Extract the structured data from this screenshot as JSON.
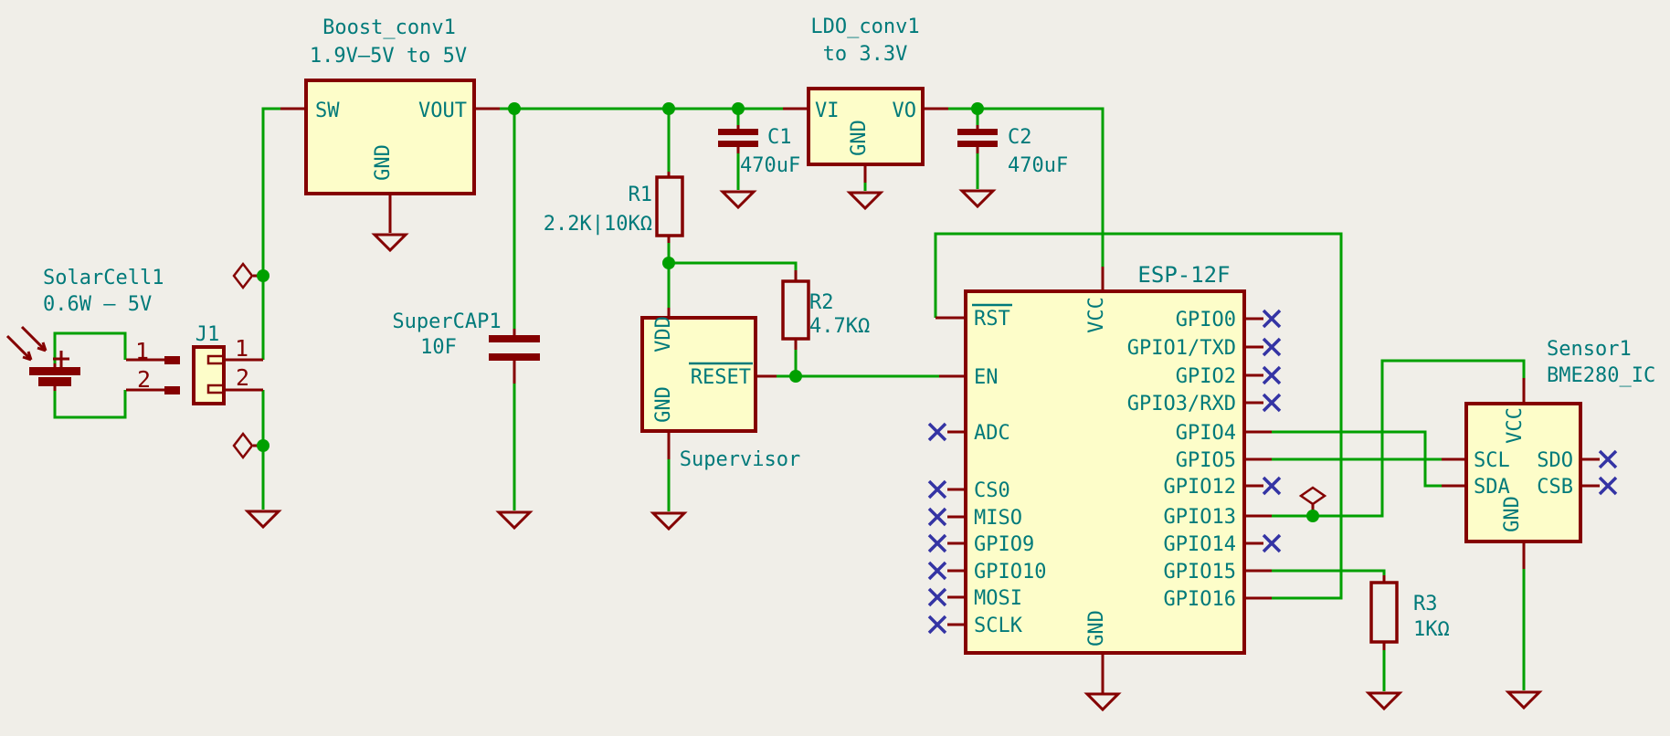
{
  "canvas": {
    "background": "#F0EEE8"
  },
  "colors": {
    "wire": "#00A000",
    "symbol_outline": "#840000",
    "symbol_fill": "#FDFDC9",
    "text": "#007A7A",
    "no_connect": "#3434A4"
  },
  "components": {
    "solar_cell": {
      "ref": "SolarCell1",
      "value": "0.6W – 5V"
    },
    "j1": {
      "ref": "J1",
      "pin1": "1",
      "pin2": "2"
    },
    "boost": {
      "ref": "Boost_conv1",
      "value": "1.9V–5V to 5V",
      "pin_sw": "SW",
      "pin_vout": "VOUT",
      "pin_gnd": "GND"
    },
    "supercap": {
      "ref": "SuperCAP1",
      "value": "10F"
    },
    "r1": {
      "ref": "R1",
      "value": "2.2K|10KΩ"
    },
    "c1": {
      "ref": "C1",
      "value": "470uF"
    },
    "ldo": {
      "ref": "LDO_conv1",
      "value": "to 3.3V",
      "pin_vi": "VI",
      "pin_vo": "VO",
      "pin_gnd": "GND"
    },
    "c2": {
      "ref": "C2",
      "value": "470uF"
    },
    "supervisor": {
      "label": "Supervisor",
      "pin_vdd": "VDD",
      "pin_gnd": "GND",
      "pin_reset": "RESET"
    },
    "r2": {
      "ref": "R2",
      "value": "4.7KΩ"
    },
    "esp": {
      "ref": "ESP-12F",
      "pin_top": "VCC",
      "pin_bottom": "GND",
      "pins_left": [
        "RST",
        "EN",
        "ADC",
        "CS0",
        "MISO",
        "GPIO9",
        "GPIO10",
        "MOSI",
        "SCLK"
      ],
      "pins_right": [
        "GPIO0",
        "GPIO1/TXD",
        "GPIO2",
        "GPIO3/RXD",
        "GPIO4",
        "GPIO5",
        "GPIO12",
        "GPIO13",
        "GPIO14",
        "GPIO15",
        "GPIO16"
      ]
    },
    "r3": {
      "ref": "R3",
      "value": "1KΩ"
    },
    "sensor": {
      "ref": "Sensor1",
      "value": "BME280_IC",
      "pin_vcc": "VCC",
      "pin_gnd": "GND",
      "pin_scl": "SCL",
      "pin_sda": "SDA",
      "pin_sdo": "SDO",
      "pin_csb": "CSB"
    }
  }
}
